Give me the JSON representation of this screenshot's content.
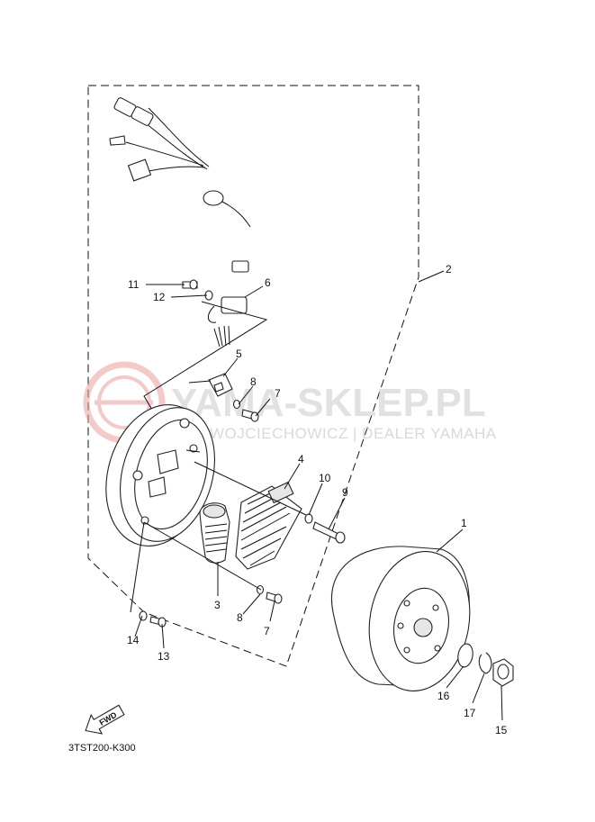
{
  "diagram_code": "3TST200-K300",
  "watermark": {
    "title": "YAMA-SKLEP.PL",
    "subtitle": "WOJCIECHOWICZ | DEALER YAMAHA"
  },
  "fwd_label": "FWD",
  "callouts": {
    "p1": "1",
    "p2": "2",
    "p3": "3",
    "p4": "4",
    "p5": "5",
    "p6": "6",
    "p7a": "7",
    "p7b": "7",
    "p8a": "8",
    "p8b": "8",
    "p9": "9",
    "p10": "10",
    "p11": "11",
    "p12": "12",
    "p13": "13",
    "p14": "14",
    "p15": "15",
    "p16": "16",
    "p17": "17"
  },
  "colors": {
    "line": "#111111",
    "watermark": "#c9c9c9",
    "logo": "#e8a0a0"
  }
}
